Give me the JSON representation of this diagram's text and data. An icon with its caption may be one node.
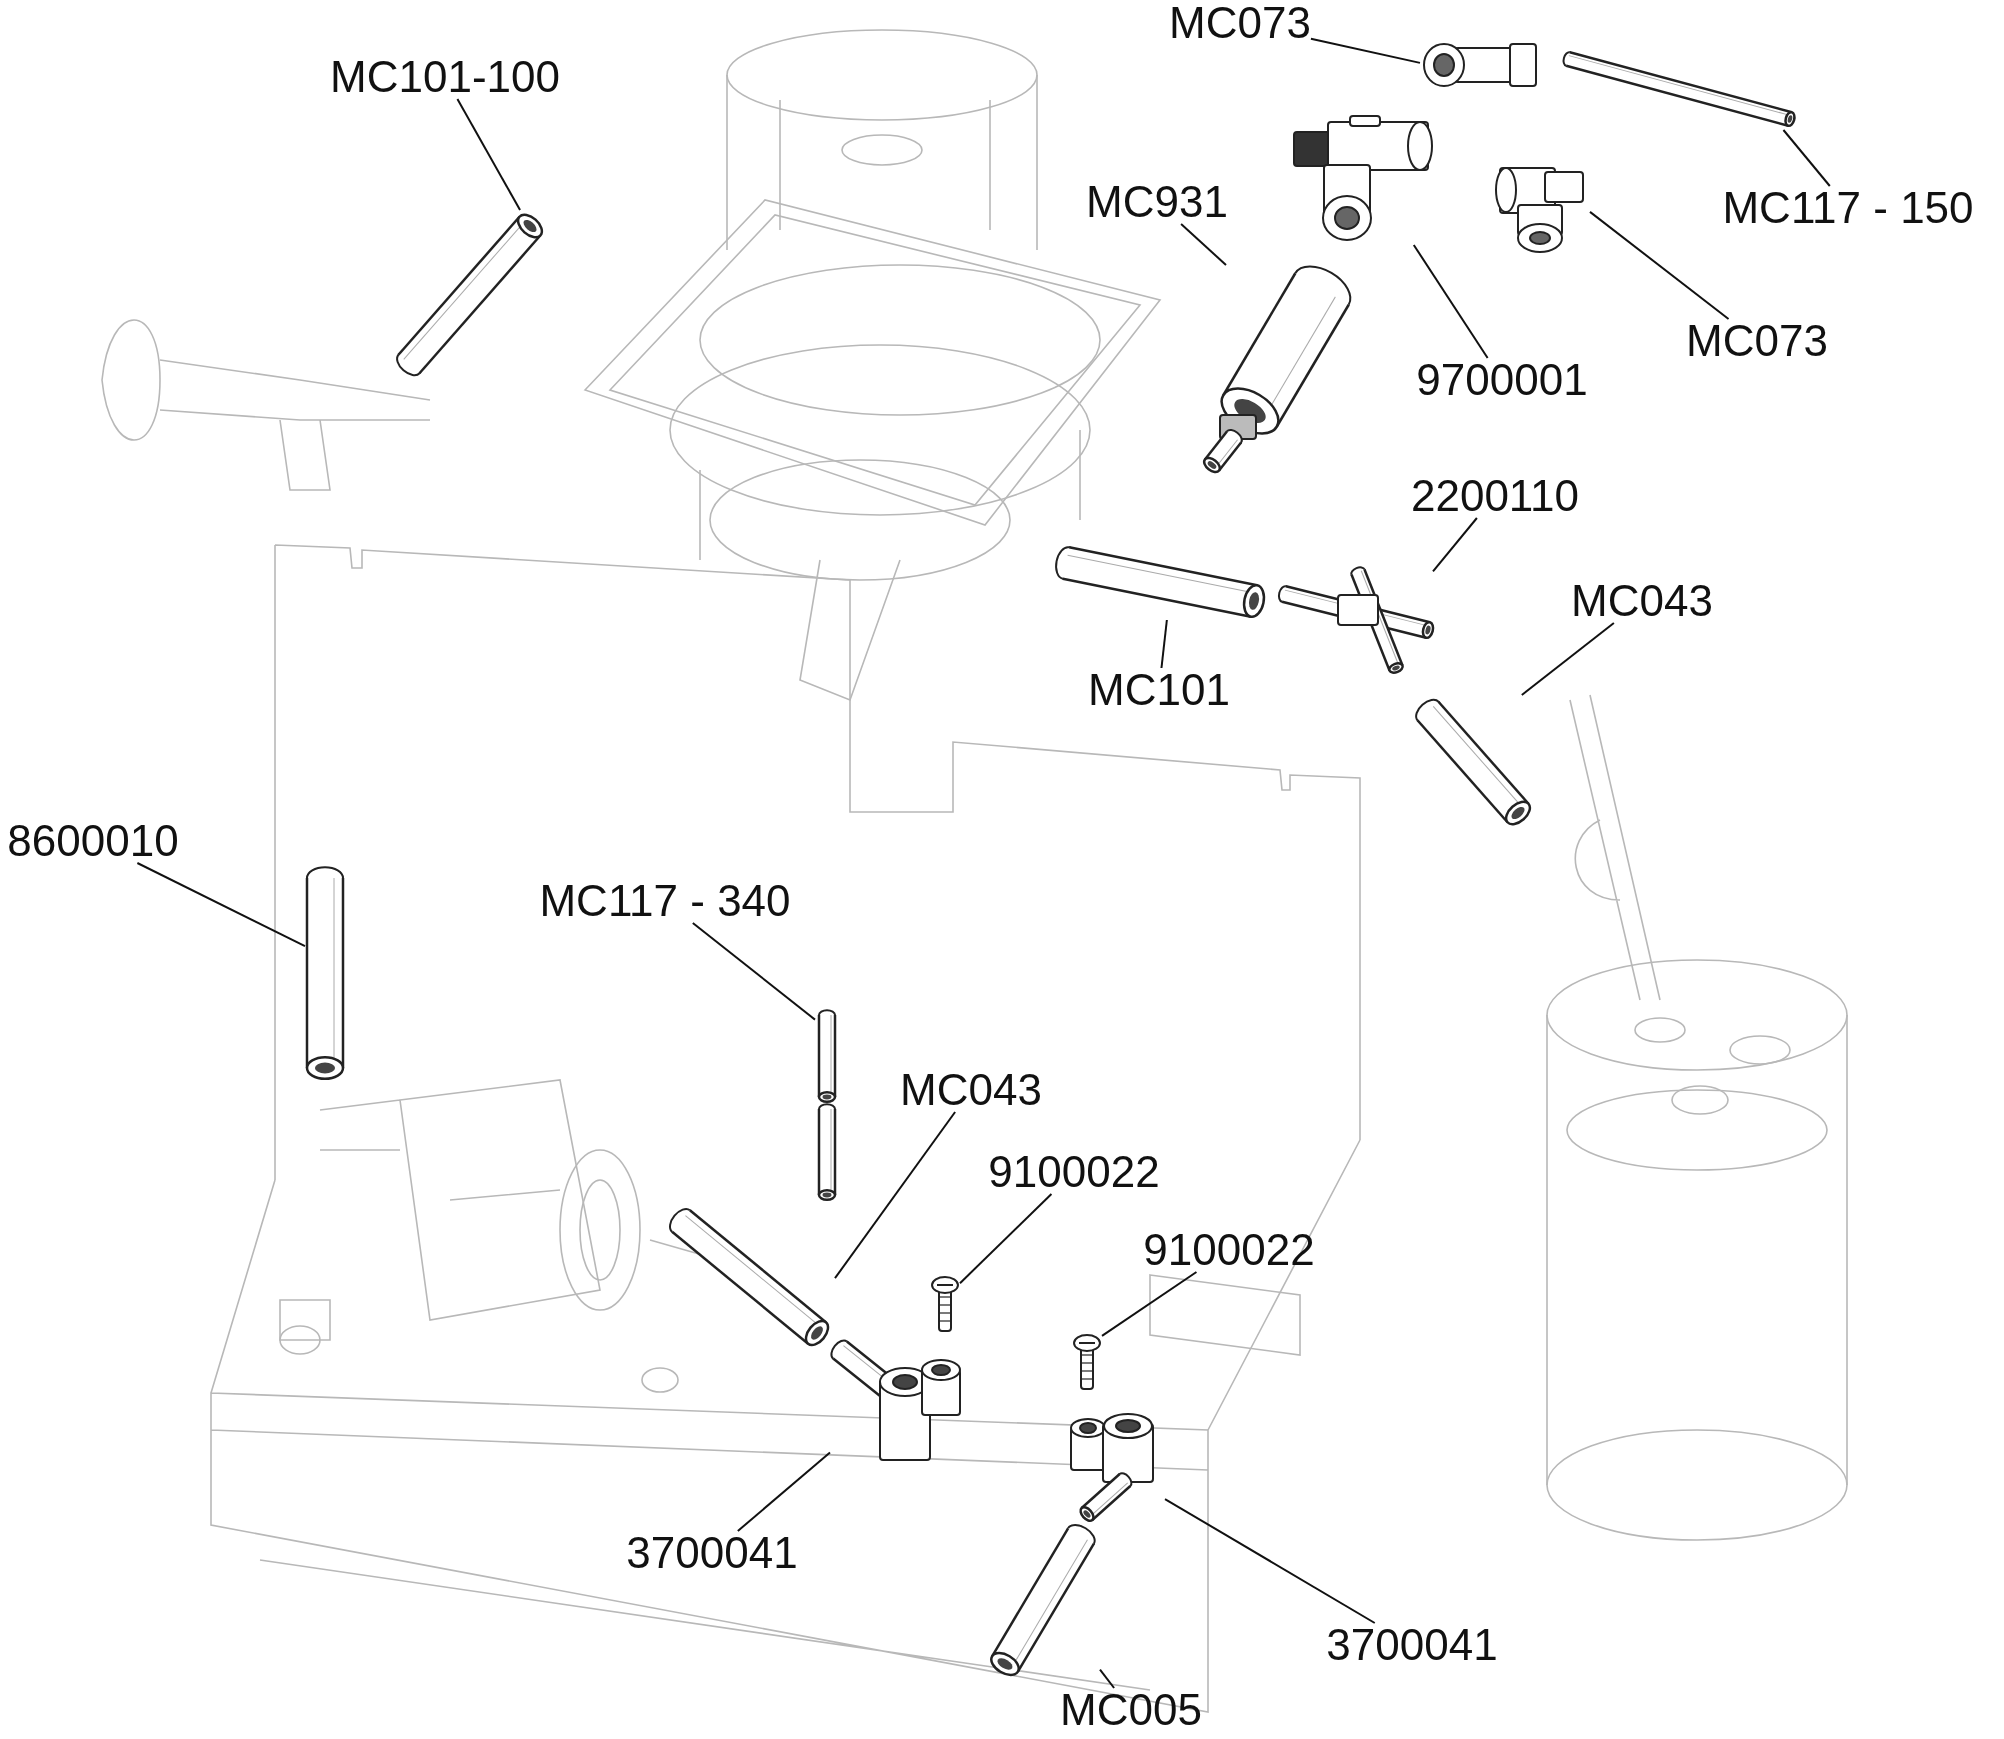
{
  "diagram": {
    "nodes": [
      {
        "text": [
          "MC073"
        ]
      },
      {
        "text": [],
        "shape": "picture"
      },
      {
        "text": [
          "MC101-100"
        ]
      },
      {
        "text": [],
        "shape": "picture"
      },
      {
        "text": [
          "MC117 - 150"
        ]
      },
      {
        "text": [],
        "shape": "picture"
      },
      {
        "text": [
          "MC931"
        ]
      },
      {
        "text": [],
        "shape": "picture"
      },
      {
        "text": [
          "9700001"
        ]
      },
      {
        "text": [],
        "shape": "picture"
      },
      {
        "text": [
          "MC073"
        ]
      },
      {
        "text": [],
        "shape": "picture"
      },
      {
        "text": [
          "2200110"
        ]
      },
      {
        "text": [],
        "shape": "picture"
      },
      {
        "text": [
          "MC101"
        ]
      },
      {
        "text": [],
        "shape": "picture"
      },
      {
        "text": [
          "MC043"
        ]
      },
      {
        "text": [],
        "shape": "picture"
      },
      {
        "text": [
          "8600010"
        ]
      },
      {
        "text": [],
        "shape": "picture"
      },
      {
        "text": [
          "MC117 - 340"
        ]
      },
      {
        "text": [],
        "shape": "picture"
      },
      {
        "text": [
          "MC043"
        ]
      },
      {
        "text": [],
        "shape": "picture"
      },
      {
        "text": [
          "9100022"
        ]
      },
      {
        "text": [],
        "shape": "picture"
      },
      {
        "text": [
          "9100022"
        ]
      },
      {
        "text": [],
        "shape": "picture"
      },
      {
        "text": [
          "3700041"
        ]
      },
      {
        "text": [],
        "shape": "picture"
      },
      {
        "text": [
          "3700041"
        ]
      },
      {
        "text": [],
        "shape": "picture"
      },
      {
        "text": [
          "MC005"
        ]
      },
      {
        "text": [],
        "shape": "picture"
      }
    ],
    "edges": [
      {
        "from": 0,
        "to": 1,
        "arrow": "none"
      },
      {
        "from": 2,
        "to": 3,
        "arrow": "none"
      },
      {
        "from": 4,
        "to": 5,
        "arrow": "none"
      },
      {
        "from": 6,
        "to": 7,
        "arrow": "none"
      },
      {
        "from": 8,
        "to": 9,
        "arrow": "none"
      },
      {
        "from": 10,
        "to": 11,
        "arrow": "none"
      },
      {
        "from": 12,
        "to": 13,
        "arrow": "none"
      },
      {
        "from": 14,
        "to": 15,
        "arrow": "none"
      },
      {
        "from": 16,
        "to": 17,
        "arrow": "none"
      },
      {
        "from": 18,
        "to": 19,
        "arrow": "none"
      },
      {
        "from": 20,
        "to": 21,
        "arrow": "none"
      },
      {
        "from": 22,
        "to": 23,
        "arrow": "none"
      },
      {
        "from": 24,
        "to": 25,
        "arrow": "none"
      },
      {
        "from": 26,
        "to": 27,
        "arrow": "none"
      },
      {
        "from": 28,
        "to": 29,
        "arrow": "none"
      },
      {
        "from": 30,
        "to": 31,
        "arrow": "none"
      },
      {
        "from": 32,
        "to": 33,
        "arrow": "none"
      }
    ]
  }
}
